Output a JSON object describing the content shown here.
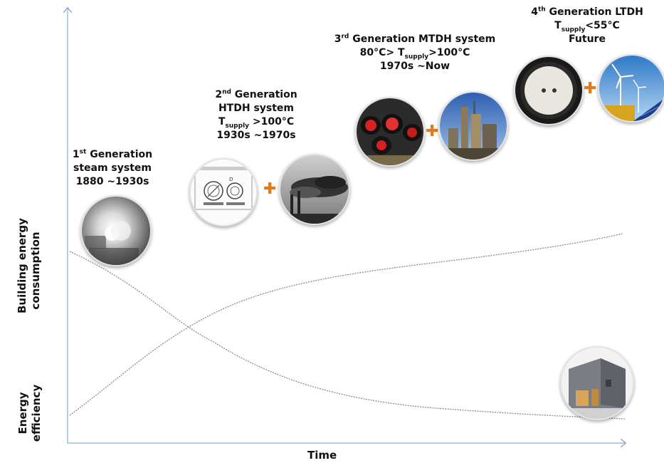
{
  "axes": {
    "x_label": "Time",
    "y_label_top_line1": "Building energy",
    "y_label_top_line2": "consumption",
    "y_label_bottom_line1": "Energy",
    "y_label_bottom_line2": "efficiency"
  },
  "generations": [
    {
      "ordinal": "1",
      "ordinal_suffix": "st",
      "title_rest": " Generation",
      "line2": "steam system",
      "line3": "1880 ~1930s",
      "images": [
        "steam-photo"
      ]
    },
    {
      "ordinal": "2",
      "ordinal_suffix": "nd",
      "title_rest": " Generation",
      "line2": "HTDH system",
      "temp_prefix": "T",
      "temp_sub": "supply",
      "temp_rest": " >100°C",
      "line4": "1930s ~1970s",
      "images": [
        "pipe-diagram",
        "smokestack-photo"
      ]
    },
    {
      "ordinal": "3",
      "ordinal_suffix": "rd",
      "title_rest": " Generation MTDH system",
      "temp_pre": "80°C> T",
      "temp_sub": "supply",
      "temp_rest": ">100°C",
      "line3": "1970s ~Now",
      "images": [
        "insulated-pipes-photo",
        "plant-photo"
      ]
    },
    {
      "ordinal": "4",
      "ordinal_suffix": "th",
      "title_rest": " Generation LTDH",
      "temp_prefix": "T",
      "temp_sub": "supply",
      "temp_rest": "<55°C",
      "line3": "Future",
      "images": [
        "pipe-crosssection-photo",
        "wind-solar-photo"
      ]
    }
  ],
  "plus_symbol": "✚",
  "building_image": "low-energy-building-photo",
  "colors": {
    "axis": "#8fa9d0",
    "curve": "#8a8a8a",
    "plus": "#e07a1f"
  }
}
